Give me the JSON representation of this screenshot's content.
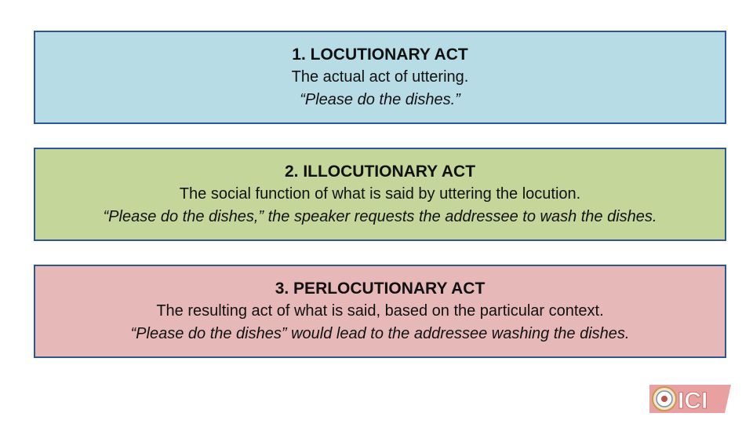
{
  "acts": [
    {
      "title": "1. LOCUTIONARY ACT",
      "description": "The actual act of uttering.",
      "example": "“Please do the dishes.”",
      "color": "#b7dce6"
    },
    {
      "title": "2. ILLOCUTIONARY ACT",
      "description": "The social function of what is said by uttering the locution.",
      "example": "“Please do the dishes,” the speaker requests the addressee to wash the dishes.",
      "color": "#c4d69a"
    },
    {
      "title": "3. PERLOCUTIONARY ACT",
      "description": "The resulting act of what is said, based on the particular context.",
      "example": "“Please do the dishes” would lead to the addressee washing the dishes.",
      "color": "#e6b8b8"
    }
  ],
  "logo": {
    "text": "ICI",
    "icon": "seal-icon"
  }
}
